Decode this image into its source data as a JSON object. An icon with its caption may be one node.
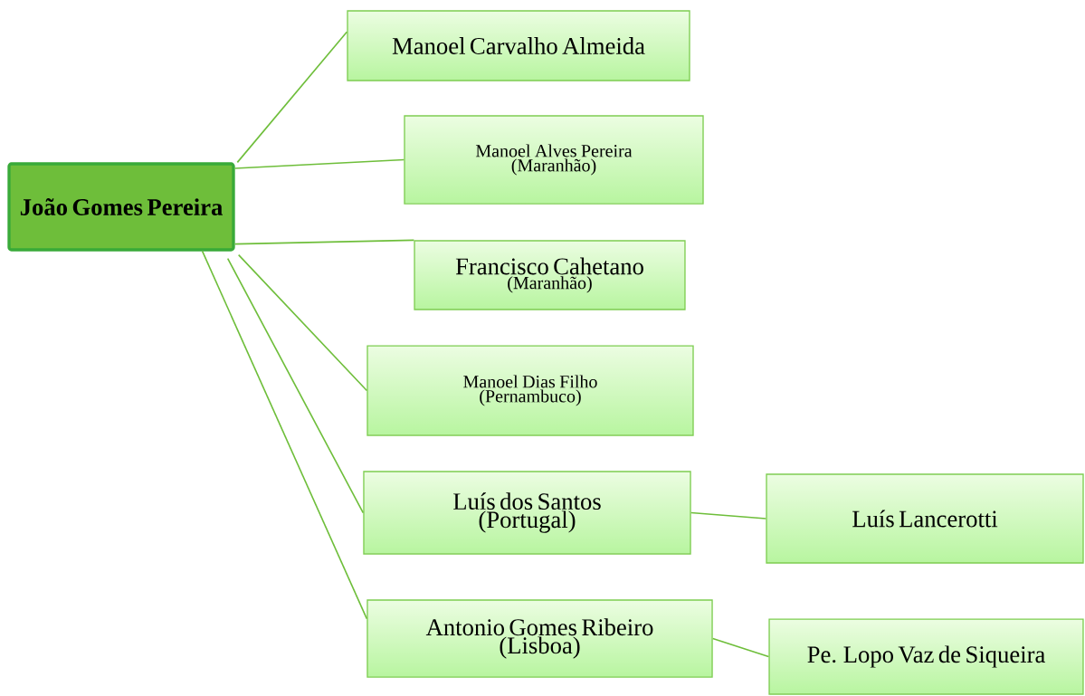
{
  "diagram": {
    "nodes": [
      {
        "text": [
          "João Gomes Pereira"
        ]
      },
      {
        "text": [
          "Manoel Carvalho Almeida"
        ]
      },
      {
        "text": [
          "Manoel Alves Pereira",
          "(Maranhão)"
        ]
      },
      {
        "text": [
          "Francisco Cahetano",
          "(Maranhão)"
        ]
      },
      {
        "text": [
          "Manoel Dias Filho",
          "(Pernambuco)"
        ]
      },
      {
        "text": [
          "Luís dos Santos",
          "(Portugal)"
        ]
      },
      {
        "text": [
          "Antonio Gomes Ribeiro",
          "(Lisboa)"
        ]
      },
      {
        "text": [
          "Luís Lancerotti"
        ]
      },
      {
        "text": [
          "Pe. Lopo Vaz de Siqueira"
        ]
      }
    ],
    "edges": [
      {
        "from": 0,
        "to": 1,
        "arrow": "none"
      },
      {
        "from": 0,
        "to": 2,
        "arrow": "none"
      },
      {
        "from": 0,
        "to": 3,
        "arrow": "none"
      },
      {
        "from": 0,
        "to": 4,
        "arrow": "none"
      },
      {
        "from": 0,
        "to": 5,
        "arrow": "none"
      },
      {
        "from": 0,
        "to": 6,
        "arrow": "none"
      },
      {
        "from": 5,
        "to": 7,
        "arrow": "none"
      },
      {
        "from": 6,
        "to": 8,
        "arrow": "none"
      }
    ]
  }
}
